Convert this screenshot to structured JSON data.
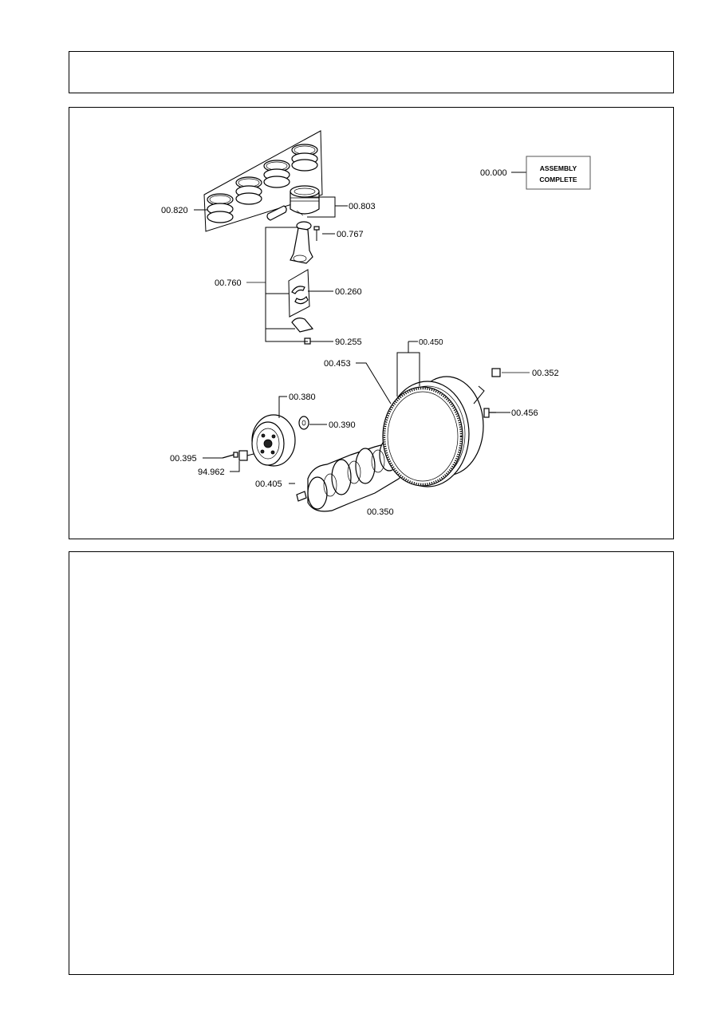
{
  "header": {
    "title": ""
  },
  "diagram": {
    "assembly_box": {
      "line1": "ASSEMBLY",
      "line2": "COMPLETE"
    },
    "callouts": {
      "p00_000": "00.000",
      "p00_820": "00.820",
      "p00_803": "00.803",
      "p00_767": "00.767",
      "p00_760": "00.760",
      "p00_260": "00.260",
      "p90_255": "90.255",
      "p00_450": "00.450",
      "p00_453": "00.453",
      "p00_352": "00.352",
      "p00_380": "00.380",
      "p00_390": "00.390",
      "p00_456": "00.456",
      "p00_395": "00.395",
      "p94_962": "94.962",
      "p00_405": "00.405",
      "p00_350": "00.350"
    }
  },
  "table": {
    "rows": []
  }
}
